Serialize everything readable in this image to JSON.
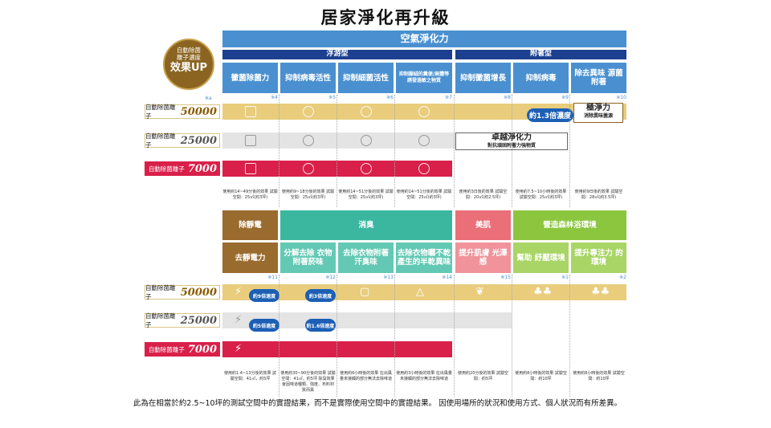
{
  "title": "居家淨化再升級",
  "badge": {
    "line1": "自動除菌",
    "line2": "離子濃度",
    "line3": "效果UP"
  },
  "top": {
    "main_header": "空氣淨化力",
    "group1": "浮游型",
    "group2": "附著型",
    "columns": [
      "黴菌除菌力",
      "抑制病毒活性",
      "抑制細菌活性",
      "抑制藤絨的糞便/屍體等誘發過敏之物質",
      "抑制黴菌增長",
      "抑制病毒",
      "除去異味 源菌附著"
    ],
    "col_nums": [
      "※4",
      "※5",
      "※6",
      "※7",
      "※8",
      "※9",
      "※10"
    ],
    "mark": "※a",
    "rows": [
      "自動除菌離子",
      "自動除菌離子",
      "自動除菌離子"
    ],
    "row_values": [
      "50000",
      "25000",
      "7000"
    ],
    "callout_boost": "約1.3倍濃度",
    "callout_ultra_title": "極淨力",
    "callout_ultra_sub": "消除異味菌源",
    "callout_super_title": "卓越淨化力",
    "callout_super_sub": "對抗頑固附著力強物質",
    "notes": [
      "使用約14~49分後的效果 試驗空間：25㎡(約3坪)",
      "使用約9~18分後的效果 試驗空間：25㎡(約3坪)",
      "使用約14~51分後的效果 試驗空間：25㎡(約3坪)",
      "使用約14~51分後的效果 試驗空間：25㎡(約3坪)",
      "使用約3日後的效果 試驗空間：20㎡(約2.5坪)",
      "使用約7.5~10小時後的效果 試驗空間：25㎡(約3坪)",
      "使用約9日後的效果 試驗空間：28㎡(約3.5坪)"
    ]
  },
  "bottom": {
    "cats": [
      "除靜電",
      "消臭",
      "美肌",
      "營造森林浴環境"
    ],
    "columns": [
      "去靜電力",
      "分解去除 衣物附著菸味",
      "去除衣物附著 汗臭味",
      "去除衣物曬不乾 產生的半乾異味",
      "提升肌膚 光澤感",
      "幫助 紓壓環境",
      "提升專注力 的環境"
    ],
    "col_nums": [
      "※11",
      "※12",
      "※13",
      "※14",
      "※15",
      "※1",
      "※2"
    ],
    "rows": [
      "自動除菌離子",
      "自動除菌離子",
      "自動除菌離子"
    ],
    "row_values": [
      "50000",
      "25000",
      "7000"
    ],
    "b1": "約9倍速度",
    "b2": "約5倍速度",
    "b3": "約3倍速度",
    "b4": "約1.6倍速度",
    "notes": [
      "使用約1.4~13分後的效果 試驗空間：41㎡，約5坪",
      "使用約30~90分後的效果 試驗空間：41㎡，約5坪 除臭效果會因味道種類、強度、布料材質而異",
      "使用約6小時後的效果 在出風量未接觸的部分無法去除味道",
      "使用約3小時後的效果 在出風量未接觸的部分無法去除味道",
      "使用約20分後的效果 試驗空間：約5坪",
      "使用約8小時後的效果 試驗空間：約10坪",
      "使用約8小時後的效果 試驗空間：約10坪"
    ]
  },
  "footer": "此為在相當於約2.5~10坪的測試空間中的實證結果，而不是實際使用空間中的實證結果。 因使用場所的狀況和使用方式、個人狀況而有所差異。",
  "colors": {
    "blue": "#4a90d0",
    "navy": "#1c3f8f",
    "gold": "#e9cd7d",
    "red": "#d9204a",
    "teal": "#3bb7a0",
    "pink": "#ea6f78",
    "green": "#8cc63f",
    "brown": "#9a6b2e"
  }
}
